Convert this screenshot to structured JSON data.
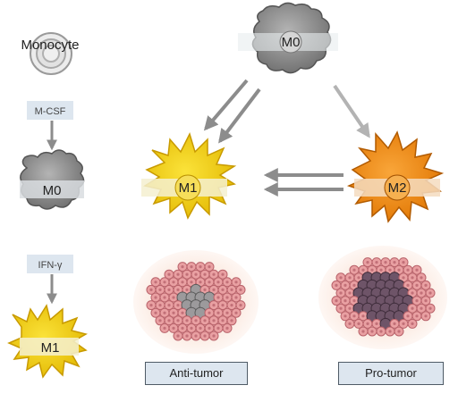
{
  "labels": {
    "monocyte": "Monocyte",
    "mcsf": "M-CSF",
    "m0_left": "M0",
    "ifng": "IFN-γ",
    "m1_left": "M1",
    "m0_top": "M0",
    "m1_center": "M1",
    "m2": "M2",
    "anti_tumor": "Anti-tumor",
    "pro_tumor": "Pro-tumor"
  },
  "colors": {
    "m0_fill": "#8a8a8a",
    "m1_fill": "#f3d112",
    "m2_fill": "#f08a0c",
    "tumor_fill": "#e9a0a2",
    "arrow": "#8c8c8c",
    "label_bg": "#dde6ef"
  }
}
